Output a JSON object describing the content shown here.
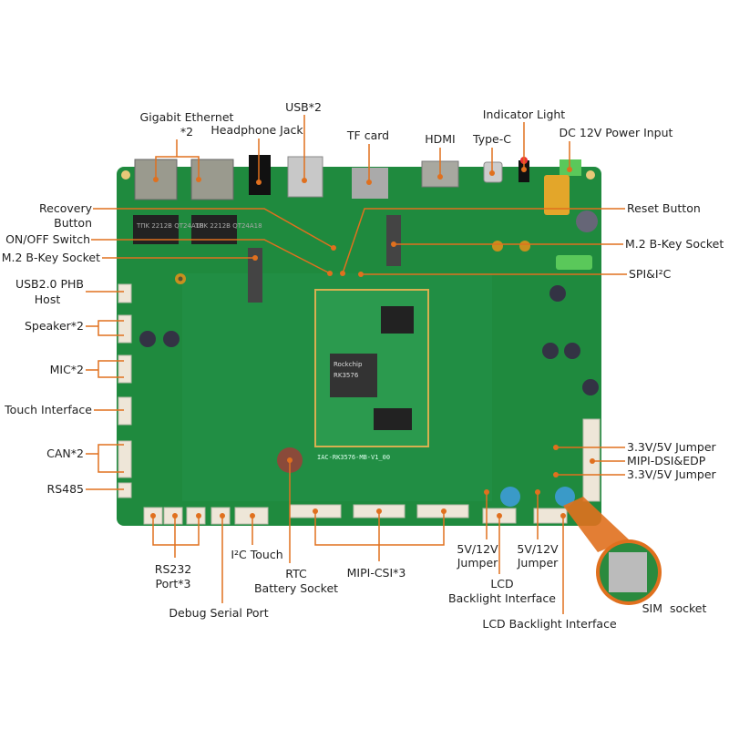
{
  "colors": {
    "accent": "#e0701e",
    "board": "#1f8a3e",
    "board_dark": "#17702f",
    "text": "#222222"
  },
  "board": {
    "silkscreen": "IAC-RK3576-MB-V1_00",
    "chip_brand": "Rockchip",
    "chip_model": "RK3576",
    "magnetics": [
      "TΠK 2212B QT24A18",
      "TΠK 2212B QT24A18"
    ]
  },
  "labels": {
    "gigabit_ethernet": "Gigabit Ethernet",
    "gigabit_ethernet_count": "*2",
    "headphone_jack": "Headphone Jack",
    "usb": "USB*2",
    "tf_card": "TF card",
    "hdmi": "HDMI",
    "type_c": "Type-C",
    "indicator_light": "Indicator Light",
    "dc_power": "DC 12V Power Input",
    "recovery_1": "Recovery",
    "recovery_2": "Button",
    "onoff": "ON/OFF Switch",
    "m2_left": "M.2 B-Key Socket",
    "usb_phb_1": "USB2.0 PHB",
    "usb_phb_2": "Host",
    "speaker": "Speaker*2",
    "mic": "MIC*2",
    "touch": "Touch Interface",
    "can": "CAN*2",
    "rs485": "RS485",
    "reset": "Reset Button",
    "m2_right": "M.2 B-Key Socket",
    "spi_i2c": "SPI&I²C",
    "jumper_33_a": "3.3V/5V Jumper",
    "mipi_dsi": "MIPI-DSI&EDP",
    "jumper_33_b": "3.3V/5V Jumper",
    "rs232_1": "RS232",
    "rs232_2": "Port*3",
    "debug": "Debug Serial Port",
    "i2c_touch": "I²C Touch",
    "rtc_1": "RTC",
    "rtc_2": "Battery Socket",
    "mipi_csi": "MIPI-CSI*3",
    "jumper_512_a_1": "5V/12V",
    "jumper_512_a_2": "Jumper",
    "lcd_bl_a_1": "LCD",
    "lcd_bl_a_2": "Backlight Interface",
    "jumper_512_b_1": "5V/12V",
    "jumper_512_b_2": "Jumper",
    "lcd_bl_b": "LCD Backlight Interface",
    "sim": "SIM  socket"
  }
}
